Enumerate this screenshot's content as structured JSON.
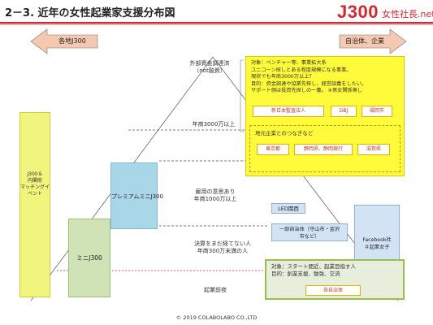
{
  "header": {
    "title": "2－3. 近年の女性起業家支援分布図",
    "logo": "J300",
    "logo_sub": "女性社長.net"
  },
  "arrows": {
    "left": "各地J300",
    "right": "自治体、企業"
  },
  "levels": {
    "top": "外部資金調達済\n（not融資）",
    "l1": "年商3000万以上",
    "l2": "雇用の意思あり\n年商1000万以上",
    "l3": "決算をまだ経てない人\n年商300万未満の人",
    "l4": "起業前夜"
  },
  "boxes": {
    "cabinet": "J300＆\n内閣府\nマッチングイ\nベント",
    "premium": "プレミアムミニJ300",
    "mini": "ミニJ300",
    "led": "LED関西",
    "local_gov": "一部自治体（守山市・金沢\n市など）",
    "facebook": "Facebook社\n＃起業女子"
  },
  "top_panel": {
    "lines": [
      "対象：ベンチャー等、事業拡大系",
      "ユニコーン探しとある程度規模になる事業。",
      "現状でも年商3000万以上？",
      "目的：資金調達や協業先探し、経営談義をしたい。",
      "サポート側は投資先探しの一義。 ※男女関係無し"
    ],
    "tags": [
      "新日本監査法人",
      "DBJ",
      "福岡市"
    ],
    "sub_title": "地元企業とのつなぎなど",
    "sub_tags": [
      "東京都",
      "静岡県、静岡銀行",
      "滋賀県"
    ]
  },
  "bottom_panel": {
    "lines": [
      "対象：スタート間近、起業目指す人",
      "目的：創業支援、勉強、交流"
    ],
    "tag": "各自治体"
  },
  "footer": "© 2019 COLABOLABO CO.,LTD"
}
